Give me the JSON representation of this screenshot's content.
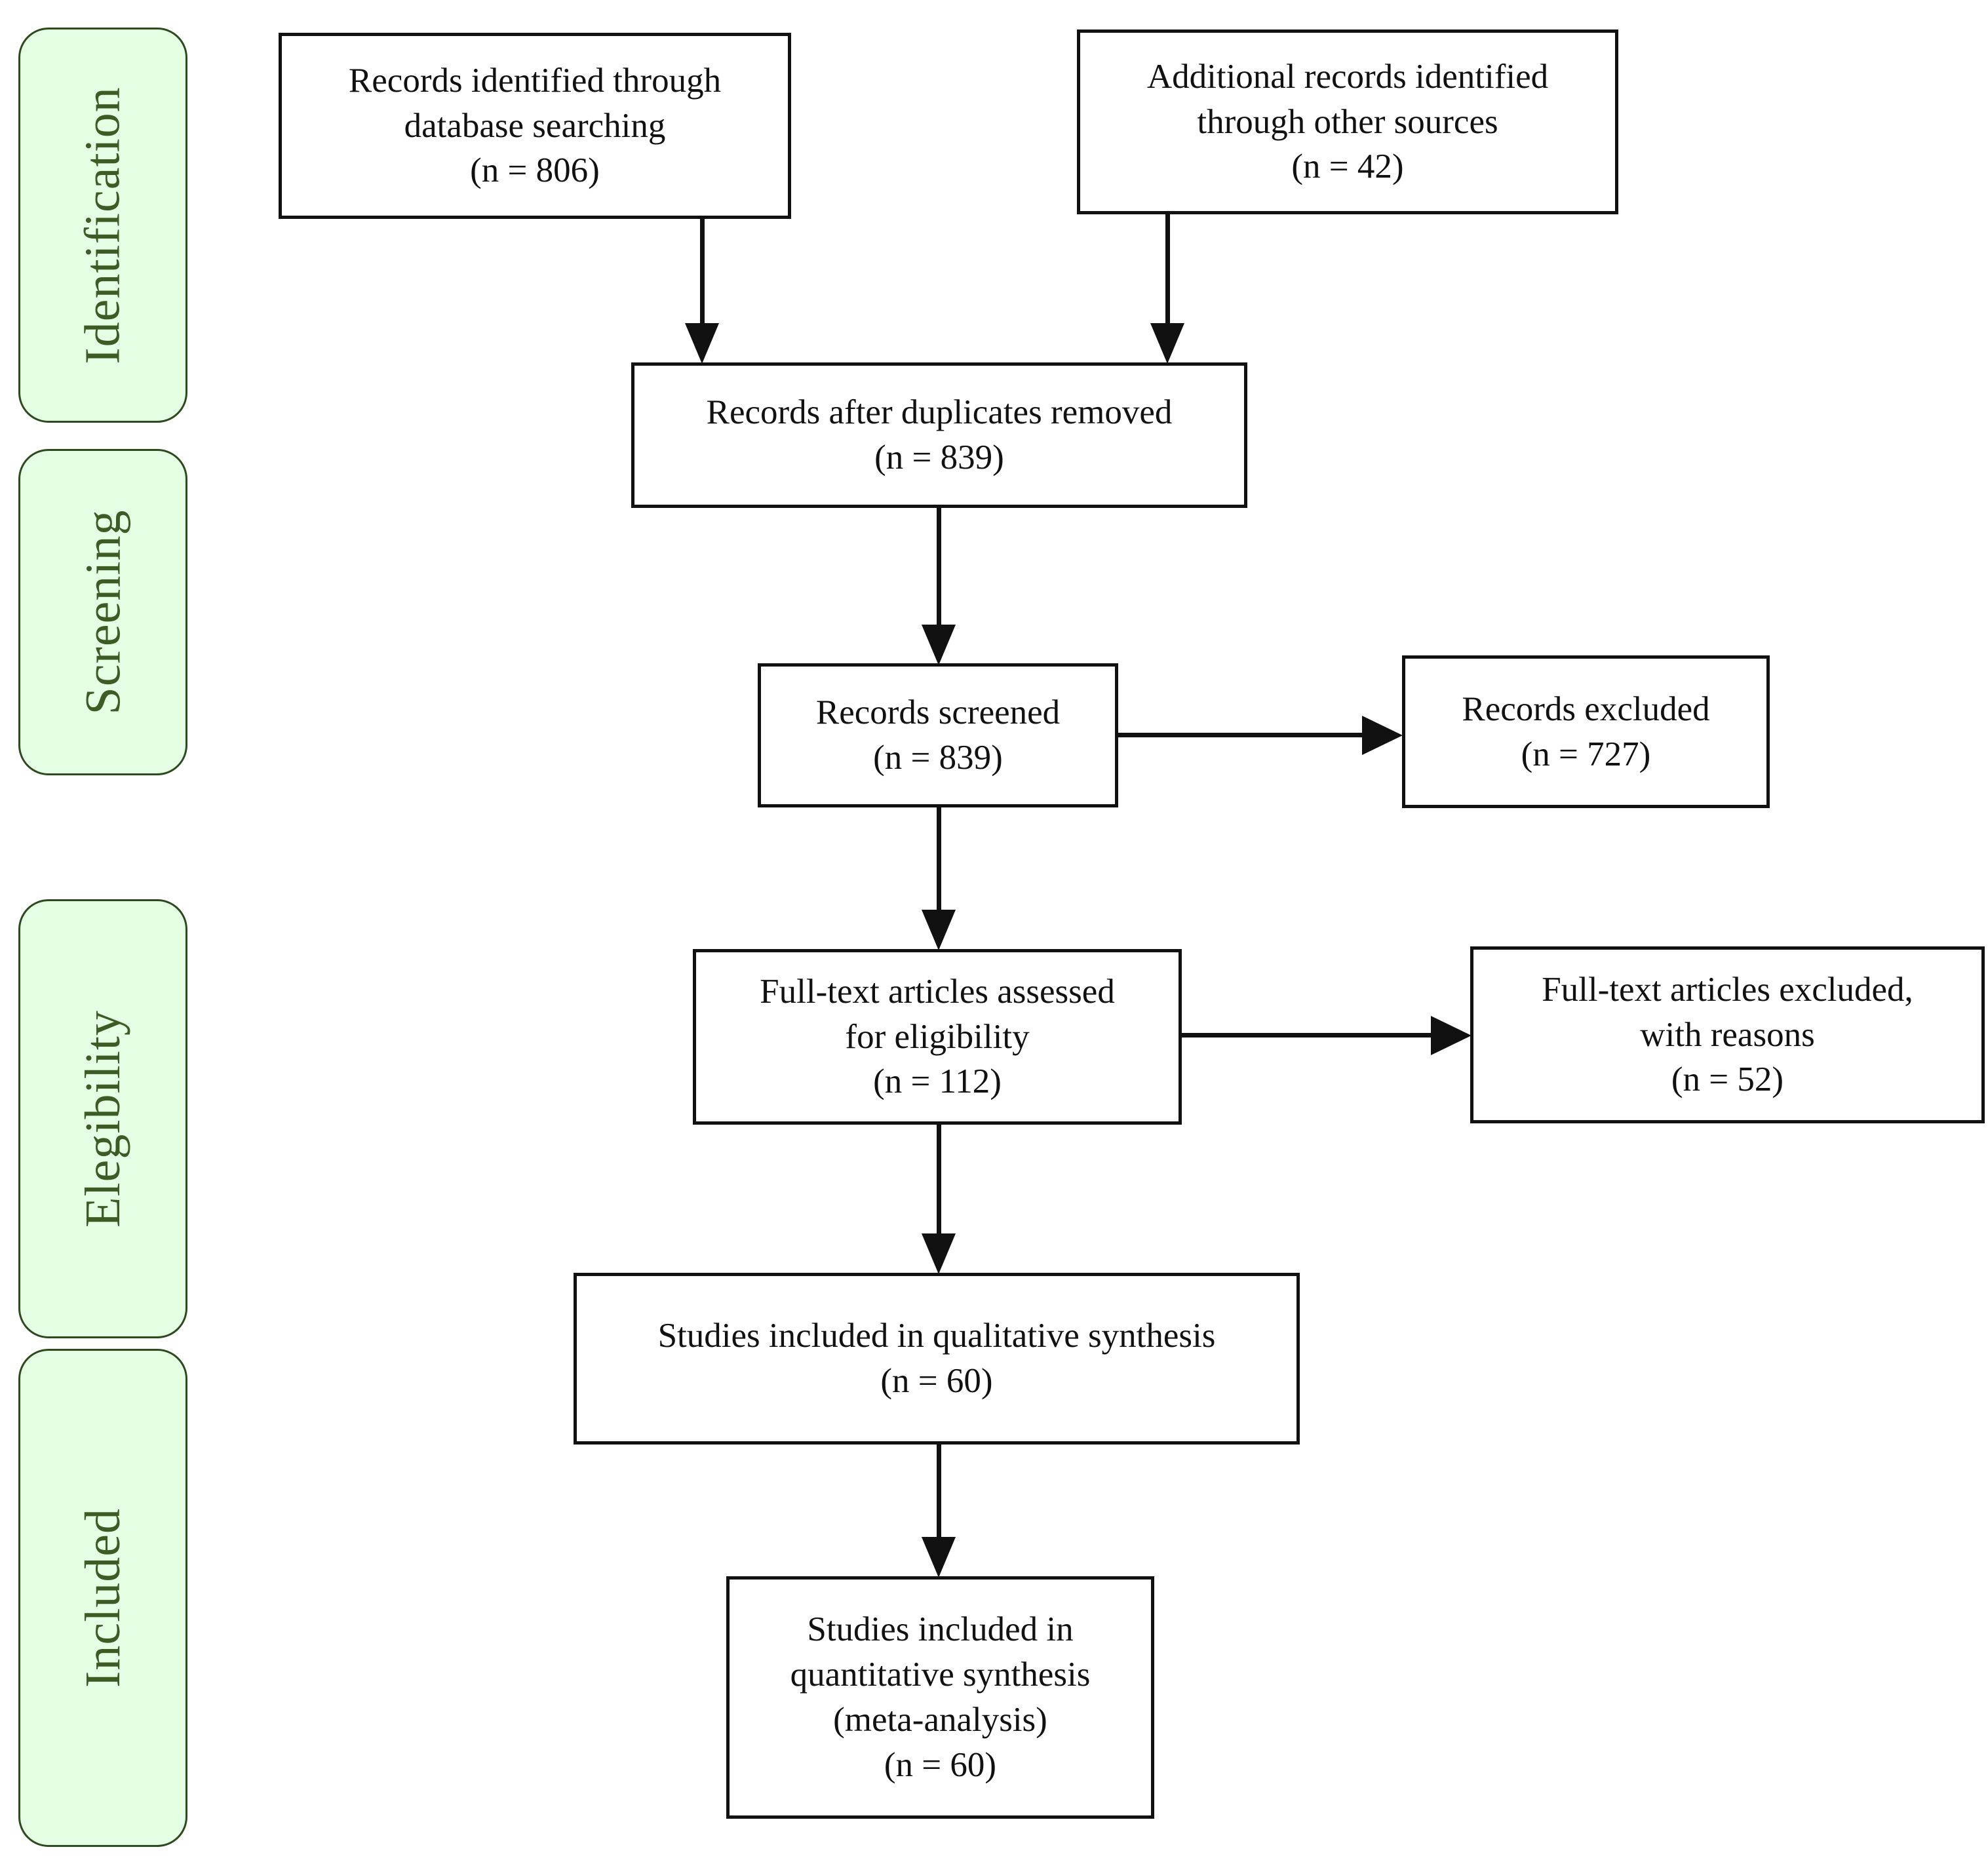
{
  "diagram": {
    "type": "prisma-flow-diagram",
    "colors": {
      "stage_fill": "#e4ffe4",
      "stage_border": "#2d4a1e",
      "stage_text": "#3b5c23",
      "box_border": "#111111",
      "box_fill": "#ffffff",
      "connector": "#111111"
    }
  },
  "stages": [
    {
      "label": "Identification"
    },
    {
      "label": "Screening"
    },
    {
      "label": "Elegibility"
    },
    {
      "label": "Included"
    }
  ],
  "boxes": {
    "records_identified": {
      "lines": [
        "Records identified through",
        "database searching",
        "(n = 806)"
      ],
      "n": 806
    },
    "additional_records": {
      "lines": [
        "Additional records identified",
        "through other sources",
        "(n = 42)"
      ],
      "n": 42
    },
    "duplicates_removed": {
      "lines": [
        "Records after duplicates removed",
        "(n = 839)"
      ],
      "n": 839
    },
    "records_screened": {
      "lines": [
        "Records screened",
        "(n = 839)"
      ],
      "n": 839
    },
    "records_excluded": {
      "lines": [
        "Records excluded",
        "(n = 727)"
      ],
      "n": 727
    },
    "fulltext_assessed": {
      "lines": [
        "Full-text articles assessed",
        "for eligibility",
        "(n = 112)"
      ],
      "n": 112
    },
    "fulltext_excluded": {
      "lines": [
        "Full-text articles excluded,",
        "with reasons",
        "(n = 52)"
      ],
      "n": 52
    },
    "qualitative_synthesis": {
      "lines": [
        "Studies included in qualitative synthesis",
        "(n = 60)"
      ],
      "n": 60
    },
    "quantitative_synthesis": {
      "lines": [
        "Studies included in",
        "quantitative synthesis",
        "(meta-analysis)",
        "(n = 60)"
      ],
      "n": 60
    }
  },
  "chart_data": {
    "type": "diagram",
    "title": "PRISMA flow diagram",
    "nodes": [
      {
        "id": "records_identified",
        "stage": "Identification",
        "label": "Records identified through database searching",
        "n": 806
      },
      {
        "id": "additional_records",
        "stage": "Identification",
        "label": "Additional records identified through other sources",
        "n": 42
      },
      {
        "id": "duplicates_removed",
        "stage": "Identification",
        "label": "Records after duplicates removed",
        "n": 839
      },
      {
        "id": "records_screened",
        "stage": "Screening",
        "label": "Records screened",
        "n": 839
      },
      {
        "id": "records_excluded",
        "stage": "Screening",
        "label": "Records excluded",
        "n": 727
      },
      {
        "id": "fulltext_assessed",
        "stage": "Elegibility",
        "label": "Full-text articles assessed for eligibility",
        "n": 112
      },
      {
        "id": "fulltext_excluded",
        "stage": "Elegibility",
        "label": "Full-text articles excluded, with reasons",
        "n": 52
      },
      {
        "id": "qualitative_synthesis",
        "stage": "Included",
        "label": "Studies included in qualitative synthesis",
        "n": 60
      },
      {
        "id": "quantitative_synthesis",
        "stage": "Included",
        "label": "Studies included in quantitative synthesis (meta-analysis)",
        "n": 60
      }
    ],
    "edges": [
      {
        "from": "records_identified",
        "to": "duplicates_removed"
      },
      {
        "from": "additional_records",
        "to": "duplicates_removed"
      },
      {
        "from": "duplicates_removed",
        "to": "records_screened"
      },
      {
        "from": "records_screened",
        "to": "records_excluded"
      },
      {
        "from": "records_screened",
        "to": "fulltext_assessed"
      },
      {
        "from": "fulltext_assessed",
        "to": "fulltext_excluded"
      },
      {
        "from": "fulltext_assessed",
        "to": "qualitative_synthesis"
      },
      {
        "from": "qualitative_synthesis",
        "to": "quantitative_synthesis"
      }
    ]
  }
}
